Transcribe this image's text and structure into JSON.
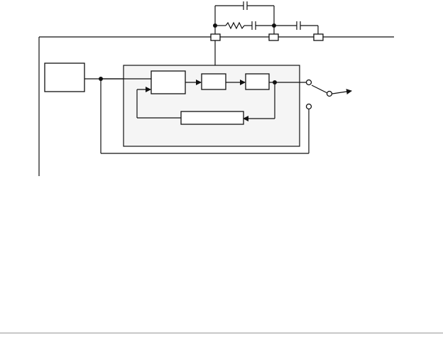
{
  "diagram": {
    "type": "circuit-block-diagram",
    "labels": [],
    "colors": {
      "stroke": "#111111",
      "panel_fill": "#f5f5f5",
      "bottom_rule": "#c8c8c8"
    },
    "components": [
      "source-block",
      "shaded-panel",
      "input-block",
      "middle-block",
      "right-block",
      "feedback-block",
      "capacitor-top",
      "resistor",
      "capacitor-series-1",
      "capacitor-series-2",
      "terminal-1",
      "terminal-2",
      "terminal-3",
      "switch"
    ]
  }
}
